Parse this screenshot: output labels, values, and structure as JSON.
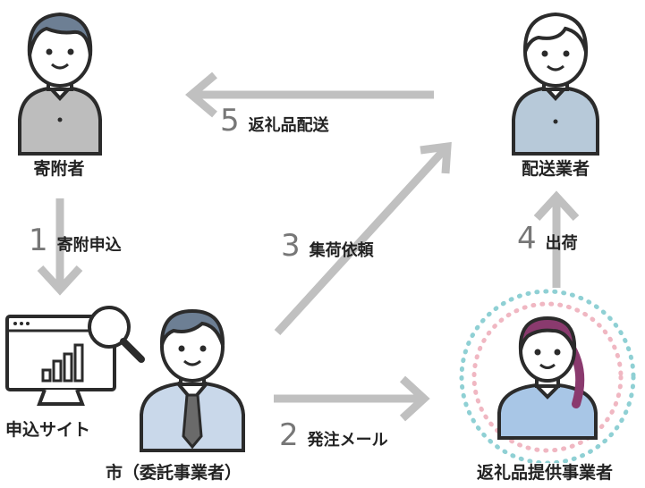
{
  "actors": {
    "donor": "寄附者",
    "delivery": "配送業者",
    "site": "申込サイト",
    "city": "市（委託事業者）",
    "provider": "返礼品提供事業者"
  },
  "steps": [
    {
      "num": "1",
      "label": "寄附申込"
    },
    {
      "num": "2",
      "label": "発注メール"
    },
    {
      "num": "3",
      "label": "集荷依頼"
    },
    {
      "num": "4",
      "label": "出荷"
    },
    {
      "num": "5",
      "label": "返礼品配送"
    }
  ],
  "colors": {
    "arrow": "#c0c0c0",
    "outline": "#2b2b2b",
    "skin": "#ffffff",
    "donor_body": "#bdbdbd",
    "delivery_body": "#b7c9d9",
    "city_body": "#c9d8ea",
    "provider_body": "#a8c6e6",
    "hair_dark": "#6d7f94",
    "hair_provider": "#8a3a6e",
    "dot_teal": "#8fd0d4",
    "dot_pink": "#f0b7c2"
  }
}
